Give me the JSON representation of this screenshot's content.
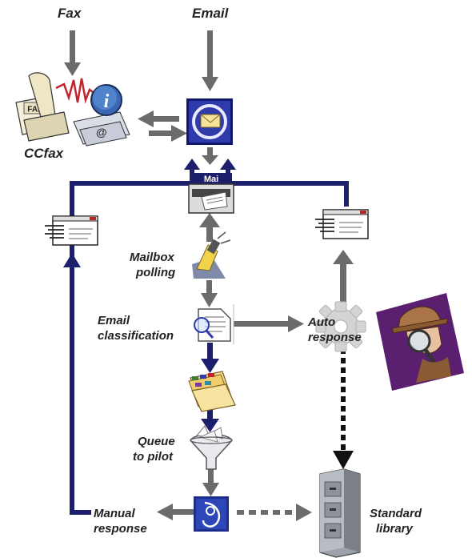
{
  "labels": {
    "fax": "Fax",
    "email": "Email",
    "ccfax": "CCfax",
    "mailbox_polling_1": "Mailbox",
    "mailbox_polling_2": "polling",
    "email_classification_1": "Email",
    "email_classification_2": "classification",
    "auto_response_1": "Auto",
    "auto_response_2": "response",
    "queue_to_pilot_1": "Queue",
    "queue_to_pilot_2": "to pilot",
    "manual_response_1": "Manual",
    "manual_response_2": "response",
    "standard_library_1": "Standard",
    "standard_library_2": "library"
  },
  "icon_text": {
    "fax_paper": "FAX",
    "mail_slot": "Mai"
  },
  "colors": {
    "gray_arrow": "#6b6b6b",
    "navy_arrow": "#1c1f6b",
    "email_tile": "#232f86",
    "detective_bg": "#5a1f6f",
    "fax_wire": "#c0262b"
  },
  "icons": [
    "fax-machine-icon",
    "info-icon",
    "email-app-icon",
    "mailbox-slot-icon",
    "email-template-icon",
    "auto-template-icon",
    "flashlight-icon",
    "classification-document-icon",
    "gear-icon",
    "file-folders-icon",
    "funnel-icon",
    "pilot-app-icon",
    "file-cabinet-icon",
    "detective-icon"
  ]
}
